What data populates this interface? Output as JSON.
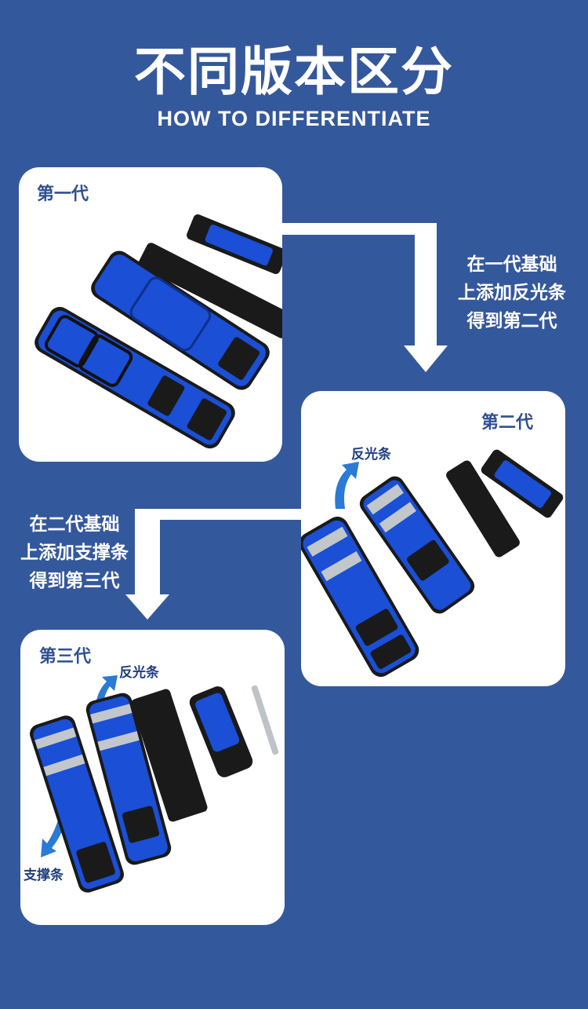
{
  "header": {
    "title": "不同版本区分",
    "subtitle": "HOW TO DIFFERENTIATE"
  },
  "generations": [
    {
      "label": "第一代"
    },
    {
      "label": "第二代",
      "note": "反光条"
    },
    {
      "label": "第三代",
      "note_top": "反光条",
      "note_bottom": "支撑条"
    }
  ],
  "captions": [
    {
      "lines": [
        "在一代基础",
        "上添加反光条",
        "得到第二代"
      ]
    },
    {
      "lines": [
        "在二代基础",
        "上添加支撑条",
        "得到第三代"
      ]
    }
  ],
  "colors": {
    "background": "#34589c",
    "card": "#ffffff",
    "strap_blue": "#1a4fd6",
    "strap_black": "#1a1a1a",
    "reflective": "#c2c7cc"
  }
}
